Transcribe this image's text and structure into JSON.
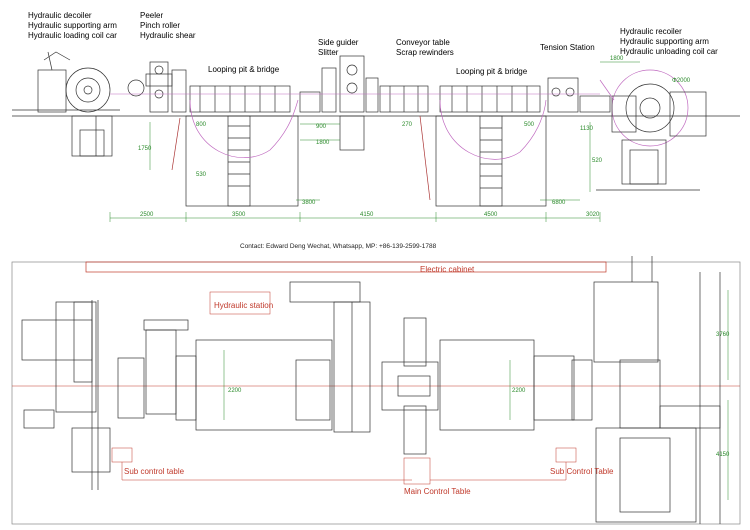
{
  "labels": {
    "decoiler": [
      "Hydraulic decoiler",
      "Hydraulic supporting arm",
      "Hydraulic loading coil car"
    ],
    "peeler": [
      "Peeler",
      "Pinch roller",
      "Hydraulic shear"
    ],
    "looping1": "Looping pit & bridge",
    "side": [
      "Side guider",
      "Slitter"
    ],
    "conveyor": [
      "Conveyor table",
      "Scrap rewinders"
    ],
    "looping2": "Looping pit & bridge",
    "tension": "Tension Station",
    "recoiler": [
      "Hydraulic recoiler",
      "Hydraulic supporting arm",
      "Hydraulic unloading coil car"
    ]
  },
  "dims": {
    "d2500": "2500",
    "d3500": "3500",
    "d4150": "4150",
    "d4500": "4500",
    "d3020": "3020",
    "d1800a": "1800",
    "d1800b": "1800",
    "d3800": "3800",
    "d6800": "6800",
    "d900": "900",
    "d270": "270",
    "d2200a": "2200",
    "d2200b": "2200",
    "d3760": "3760",
    "d4150v": "4150",
    "d530": "530",
    "d1750": "1750",
    "d520": "520",
    "d1130": "1130",
    "dphi": "Φ2000",
    "d800": "800",
    "d500": "500"
  },
  "contact": "Contact: Edward Deng  Wechat, Whatsapp, MP: +86-139-2599-1788",
  "plan": {
    "electric": "Electric cabinet",
    "hydraulic": "Hydraulic station",
    "subleft": "Sub control table",
    "main": "Main Control Table",
    "subright": "Sub Control Table"
  }
}
